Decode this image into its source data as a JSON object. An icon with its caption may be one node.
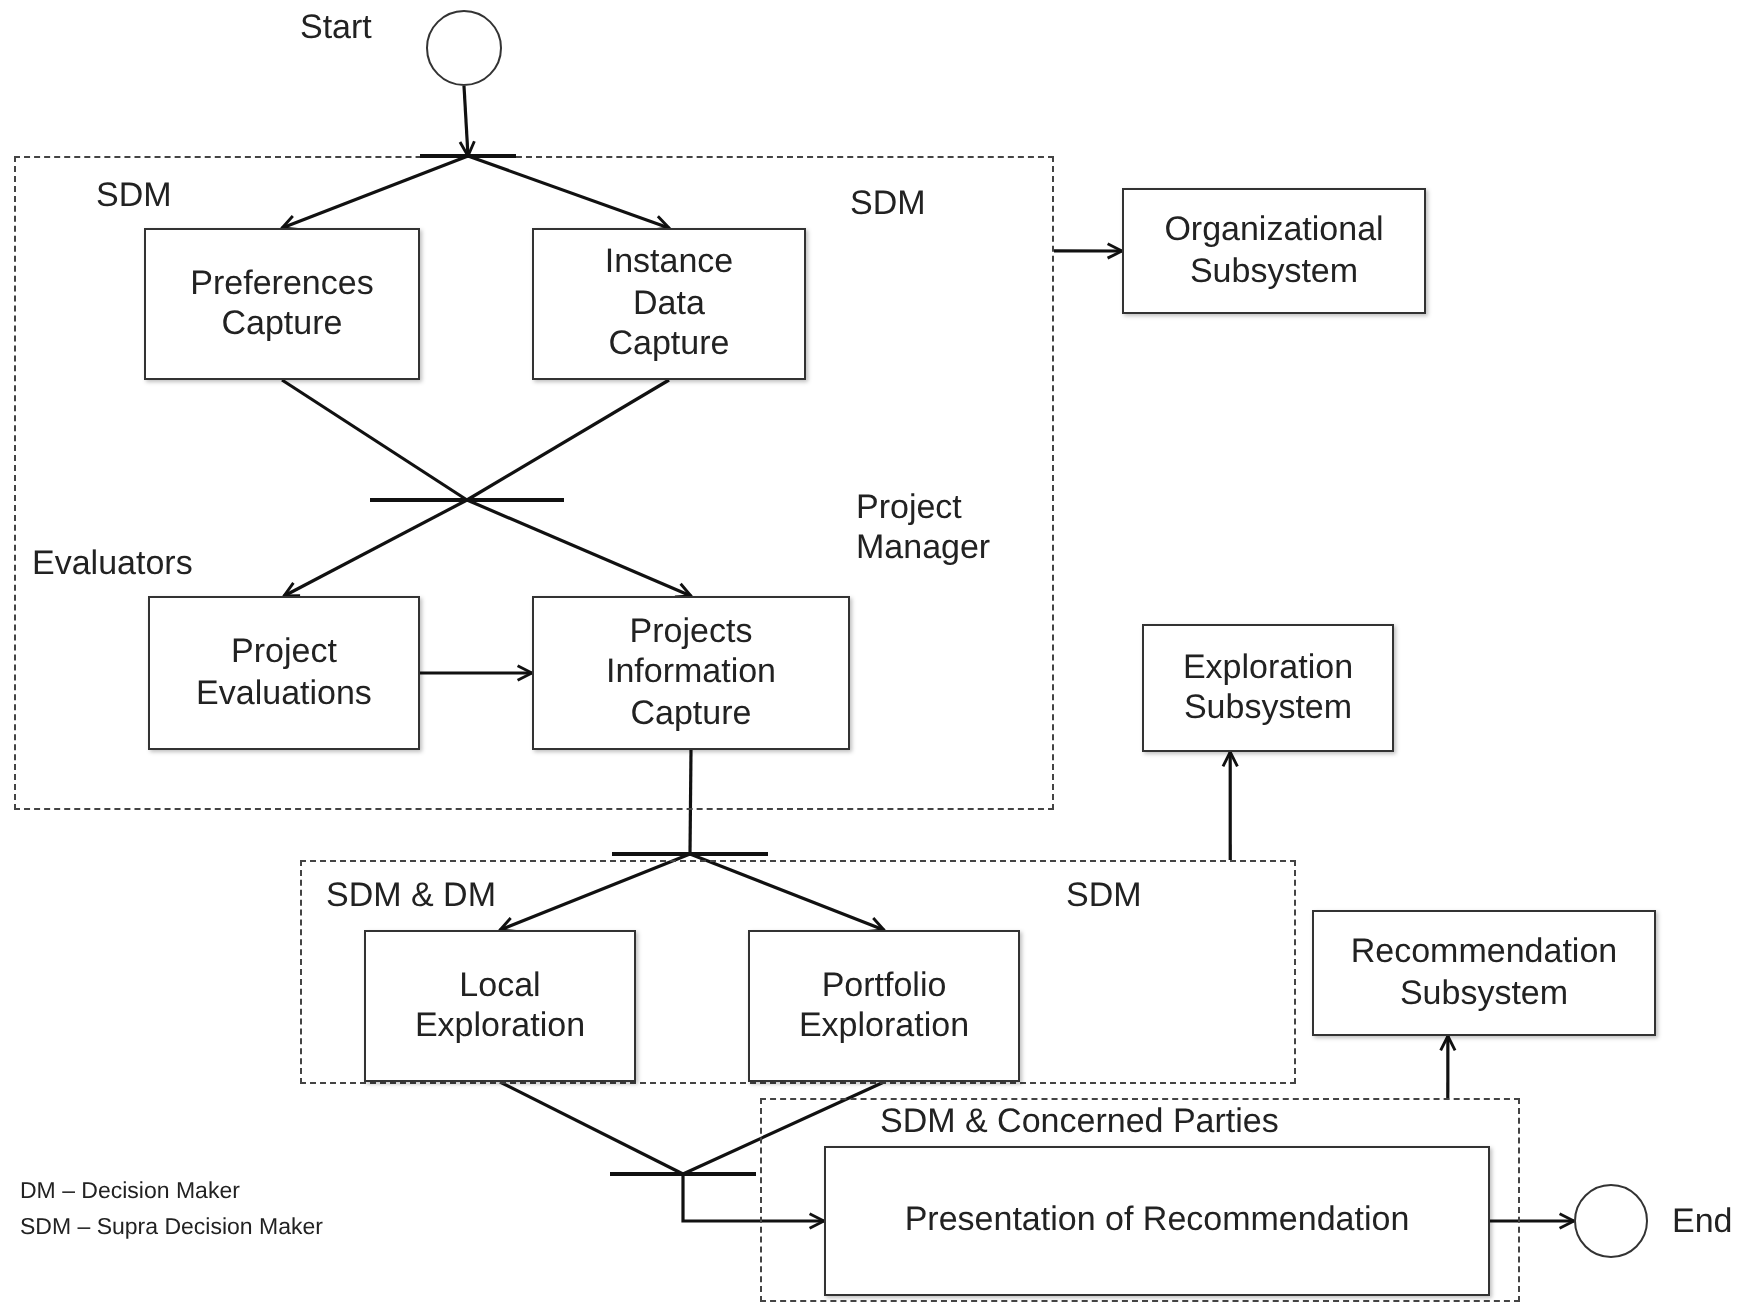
{
  "diagram": {
    "nodes": [
      {
        "text": [],
        "shape": "circle",
        "beside": [
          "Start"
        ]
      },
      {
        "text": [],
        "shape": "box"
      },
      {
        "text": [],
        "shape": "bar"
      },
      {
        "text": [
          "Preferences Capture"
        ],
        "in": 1,
        "beside": [
          "SDM"
        ]
      },
      {
        "text": [
          "Instance Data Capture"
        ],
        "in": 1,
        "beside": [
          "SDM"
        ]
      },
      {
        "text": [],
        "shape": "bar",
        "in": 1
      },
      {
        "text": [
          "Project Evaluations"
        ],
        "in": 1,
        "beside": [
          "Evaluators"
        ]
      },
      {
        "text": [
          "Projects Information Capture"
        ],
        "in": 1,
        "beside": [
          "Project Manager"
        ]
      },
      {
        "text": [
          "Organizational Subsystem"
        ]
      },
      {
        "text": [],
        "shape": "box"
      },
      {
        "text": [],
        "shape": "bar"
      },
      {
        "text": [
          "Local Exploration"
        ],
        "in": 9,
        "beside": [
          "SDM & DM"
        ]
      },
      {
        "text": [
          "Portfolio Exploration"
        ],
        "in": 9,
        "beside": [
          "SDM"
        ]
      },
      {
        "text": [
          "Exploration Subsystem"
        ]
      },
      {
        "text": [
          "Recommendation Subsystem"
        ]
      },
      {
        "text": [],
        "shape": "bar"
      },
      {
        "text": [],
        "shape": "box"
      },
      {
        "text": [
          "Presentation of Recommendation"
        ],
        "in": 16,
        "beside": [
          "SDM & Concerned Parties"
        ]
      },
      {
        "text": [],
        "shape": "circle",
        "beside": [
          "End"
        ]
      }
    ],
    "edges": [
      {
        "from": 0,
        "to": 2,
        "arrow": "to"
      },
      {
        "from": 2,
        "to": 3,
        "arrow": "to"
      },
      {
        "from": 2,
        "to": 4,
        "arrow": "to"
      },
      {
        "from": 3,
        "to": 5,
        "arrow": "none"
      },
      {
        "from": 4,
        "to": 5,
        "arrow": "none"
      },
      {
        "from": 5,
        "to": 6,
        "arrow": "to"
      },
      {
        "from": 5,
        "to": 7,
        "arrow": "to"
      },
      {
        "from": 6,
        "to": 7,
        "arrow": "to"
      },
      {
        "from": 1,
        "to": 8,
        "arrow": "to"
      },
      {
        "from": 7,
        "to": 10,
        "arrow": "none"
      },
      {
        "from": 10,
        "to": 11,
        "arrow": "to"
      },
      {
        "from": 10,
        "to": 12,
        "arrow": "to"
      },
      {
        "from": 9,
        "to": 13,
        "arrow": "to"
      },
      {
        "from": 11,
        "to": 15,
        "arrow": "none"
      },
      {
        "from": 12,
        "to": 15,
        "arrow": "none"
      },
      {
        "from": 15,
        "to": 17,
        "arrow": "to"
      },
      {
        "from": 16,
        "to": 14,
        "arrow": "to"
      },
      {
        "from": 17,
        "to": 18,
        "arrow": "to"
      }
    ],
    "labels": [
      "DM – Decision Maker",
      "SDM – Supra Decision Maker"
    ]
  }
}
